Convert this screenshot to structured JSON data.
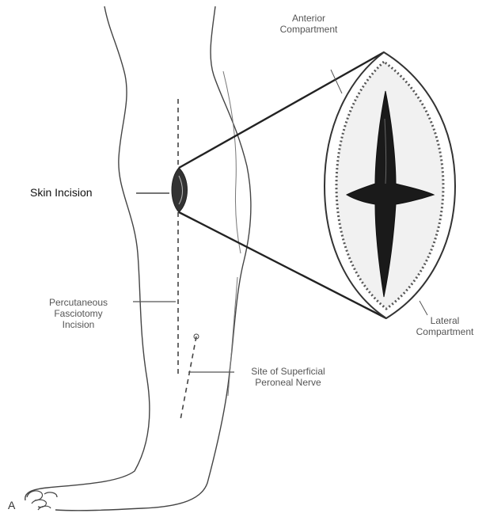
{
  "diagram": {
    "labels": {
      "skin_incision": "Skin Incision",
      "anterior_compartment_line1": "Anterior",
      "anterior_compartment_line2": "Compartment",
      "lateral_compartment_line1": "Lateral",
      "lateral_compartment_line2": "Compartment",
      "percutaneous_line1": "Percutaneous",
      "percutaneous_line2": "Fasciotomy",
      "percutaneous_line3": "Incision",
      "nerve_line1": "Site of Superficial",
      "nerve_line2": "Peroneal Nerve",
      "figure_letter": "A"
    },
    "colors": {
      "line": "#444444",
      "fill_dark": "#1a1a1a",
      "label_text": "#555555"
    }
  }
}
